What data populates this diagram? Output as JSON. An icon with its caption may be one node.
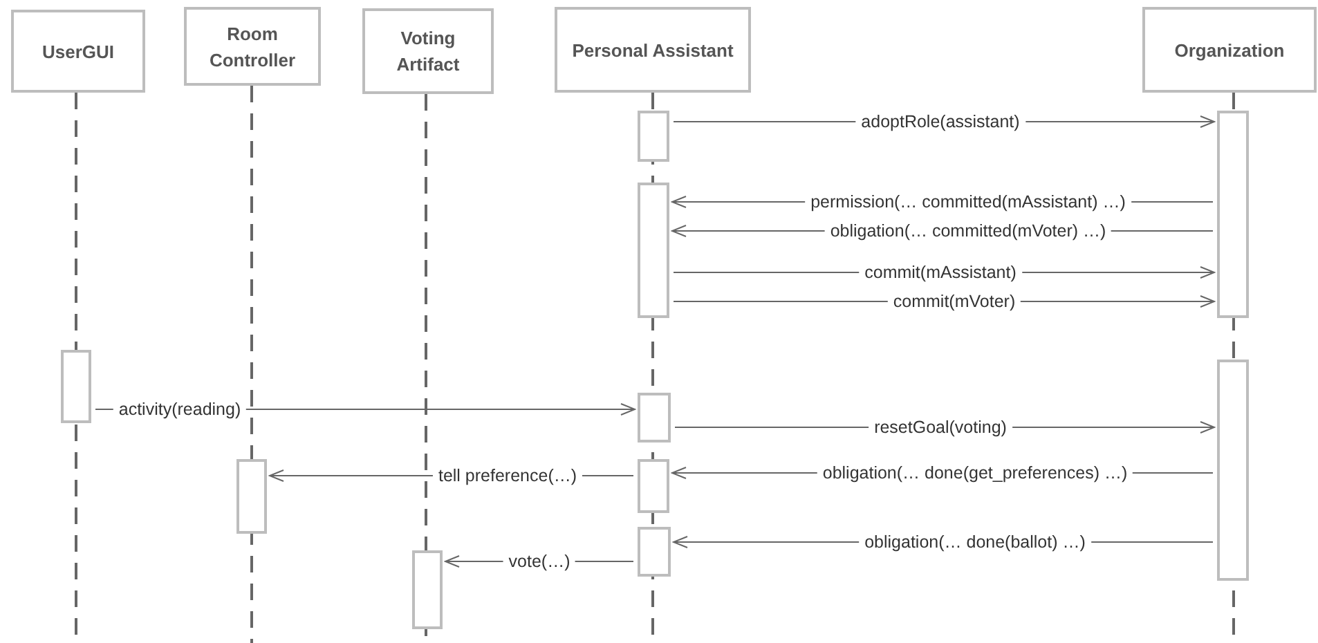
{
  "diagram": {
    "nodes": [
      {
        "text": [
          "UserGUI"
        ]
      },
      {
        "text": [
          "Room Controller"
        ]
      },
      {
        "text": [
          "Voting Artifact"
        ]
      },
      {
        "text": [
          "Personal Assistant"
        ]
      },
      {
        "text": [
          "Organization"
        ]
      },
      {
        "text": [],
        "shape": "bar"
      },
      {
        "text": [],
        "shape": "bar"
      },
      {
        "text": [],
        "shape": "bar"
      },
      {
        "text": [],
        "shape": "bar"
      },
      {
        "text": [],
        "shape": "bar"
      },
      {
        "text": [],
        "shape": "bar"
      },
      {
        "text": [],
        "shape": "bar"
      },
      {
        "text": [],
        "shape": "bar"
      },
      {
        "text": [],
        "shape": "bar"
      },
      {
        "text": [],
        "shape": "bar"
      }
    ],
    "edges": [
      {
        "from": 5,
        "to": 6,
        "arrow": "to",
        "label": "adoptRole(assistant)"
      },
      {
        "from": 6,
        "to": 7,
        "arrow": "to",
        "label": "permission(… committed(mAssistant) …)"
      },
      {
        "from": 6,
        "to": 7,
        "arrow": "to",
        "label": "obligation(… committed(mVoter) …)"
      },
      {
        "from": 7,
        "to": 6,
        "arrow": "to",
        "label": "commit(mAssistant)"
      },
      {
        "from": 7,
        "to": 6,
        "arrow": "to",
        "label": "commit(mVoter)"
      },
      {
        "from": 8,
        "to": 10,
        "arrow": "to",
        "label": "activity(reading)"
      },
      {
        "from": 10,
        "to": 9,
        "arrow": "to",
        "label": "resetGoal(voting)"
      },
      {
        "from": 9,
        "to": 12,
        "arrow": "to",
        "label": "obligation(… done(get_preferences) …)"
      },
      {
        "from": 12,
        "to": 11,
        "arrow": "to",
        "label": "tell preference(…)"
      },
      {
        "from": 9,
        "to": 13,
        "arrow": "to",
        "label": "obligation(… done(ballot) …)"
      },
      {
        "from": 13,
        "to": 14,
        "arrow": "to",
        "label": "vote(…)"
      }
    ]
  }
}
